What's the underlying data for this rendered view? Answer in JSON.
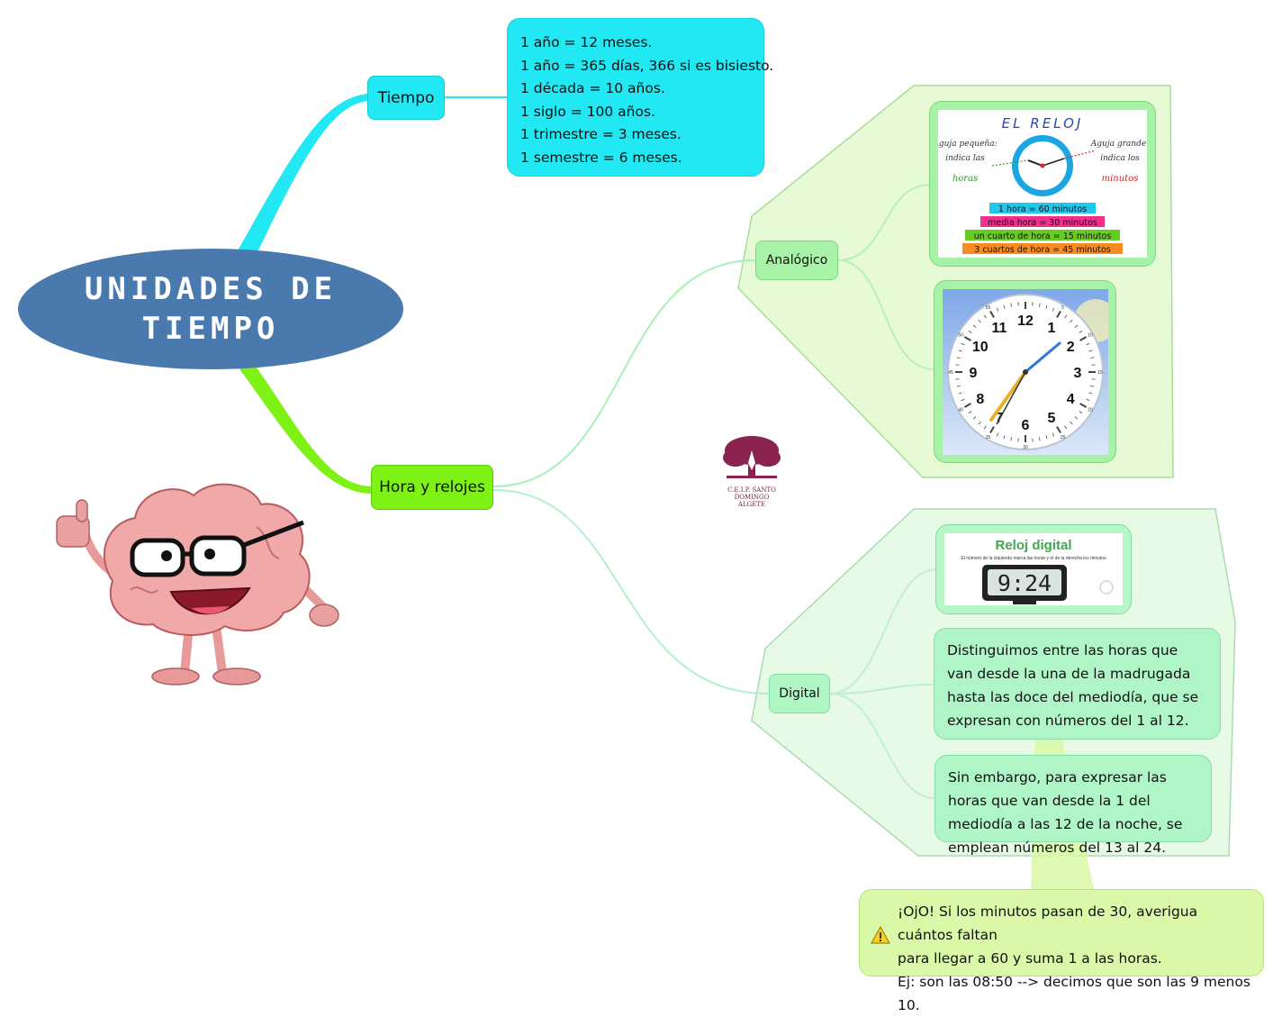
{
  "main_topic": {
    "title": "UNIDADES DE\nTIEMPO"
  },
  "tiempo": {
    "label": "Tiempo",
    "lines": [
      "1 año = 12 meses.",
      "1 año = 365 días, 366 si es bisiesto.",
      "1 década = 10 años.",
      "1 siglo = 100 años.",
      "1 trimestre = 3 meses.",
      "1 semestre = 6 meses."
    ]
  },
  "hora": {
    "label": "Hora y relojes",
    "analogico": {
      "label": "Analógico",
      "reloj_card": {
        "title": "EL RELOJ",
        "left_text": [
          "Aguja pequeña:",
          "indica las"
        ],
        "left_word": "horas",
        "right_text": [
          "Aguja grande:",
          "indica los"
        ],
        "right_word": "minutos",
        "equivalences": [
          {
            "text": "1 hora = 60 minutos",
            "color": "#22c7f0"
          },
          {
            "text": "media hora = 30 minutos",
            "color": "#f0308a"
          },
          {
            "text": "un cuarto de hora = 15 minutos",
            "color": "#66cc22"
          },
          {
            "text": "3 cuartos de hora = 45 minutos",
            "color": "#f88a22"
          }
        ]
      },
      "clock_numbers": [
        "12",
        "1",
        "2",
        "3",
        "4",
        "5",
        "6",
        "7",
        "8",
        "9",
        "10",
        "11"
      ],
      "minute_marks": [
        "5",
        "10",
        "15",
        "20",
        "25",
        "30",
        "35",
        "40",
        "45",
        "50",
        "55"
      ]
    },
    "digital": {
      "label": "Digital",
      "card": {
        "title": "Reloj digital",
        "subtitle": "El número de la izquierda marca las horas y el de la derecha los minutos",
        "display": "9:24"
      },
      "notes": [
        "Distinguimos entre las horas que van desde la una de la madrugada hasta las doce del mediodía, que se expresan con números del 1 al 12.",
        "Sin embargo, para expresar las horas que van desde la 1 del mediodía a las 12 de la noche, se emplean números del 13 al 24."
      ]
    }
  },
  "ojo_note": [
    "¡OjO! Si los minutos pasan de 30, averigua cuántos faltan",
    "para llegar a 60 y suma 1 a las horas.",
    "Ej: son las 08:50 --> decimos que son las 9 menos 10."
  ],
  "logo": {
    "line1": "C.E.I.P. SANTO DOMINGO",
    "line2": "ALGETE"
  },
  "colors": {
    "main": "#4a79ad",
    "tiempo": "#22e8f4",
    "hora": "#7ef215",
    "analogico": "#a8f3a8",
    "digital": "#b0f5c4",
    "ojo": "#d9f8a8"
  }
}
